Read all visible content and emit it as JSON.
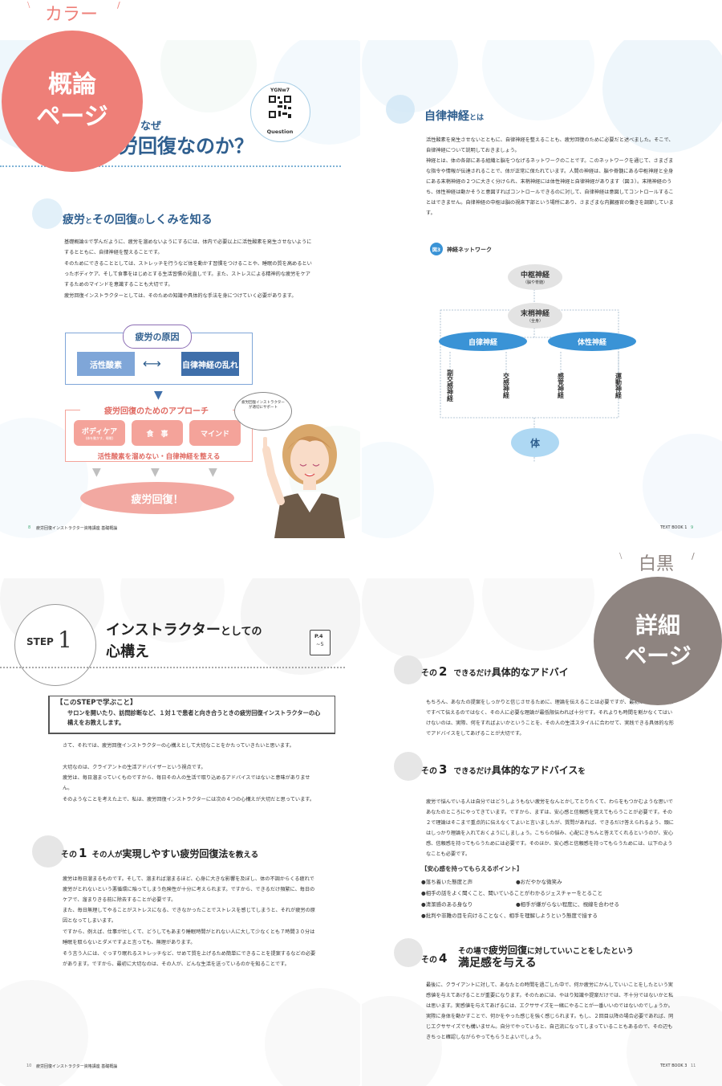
{
  "labels": {
    "color": "カラー",
    "mono": "白黒",
    "overview_l1": "概論",
    "overview_l2": "ページ",
    "detail_l1": "詳細",
    "detail_l2": "ページ"
  },
  "top_left": {
    "qr_code": "YGNw7",
    "qr_caption": "Question",
    "title_small": "なぜ",
    "title_main": "労回復なのか？",
    "section_title_a": "疲労",
    "section_title_b": "と",
    "section_title_c": "その回復",
    "section_title_d": "の",
    "section_title_e": "しくみ",
    "section_title_f": "を知る",
    "paragraphs": [
      "基礎概論①で学んだように、疲労を溜めないようにするには、体内で必要以上に活性酸素を発生させないようにするとともに、自律神経を整えることです。",
      "そのためにできることとしては、ストレッチを行うなど体を動かす習慣をつけることや、睡眠の質を高めるといったボディケア、そして食事をはじめとする生活習慣の見直しです。また、ストレスによる精神的な疲労をケアするためのマインドを意識することも大切です。",
      "疲労回復インストラクターとしては、そのための知識や具体的な手法を身につけていく必要があります。"
    ],
    "diagram": {
      "cause_title": "疲労の原因",
      "cause_left": "活性酸素",
      "cause_right": "自律神経の乱れ",
      "approach_title": "疲労回復のためのアプローチ",
      "approaches": [
        "ボディケア",
        "食　事",
        "マインド"
      ],
      "approach_sub": "(体を動かす、睡眠)",
      "approach_goal": "活性酸素を溜めない・自律神経を整える",
      "result": "疲労回復！",
      "speech": "疲労回復インストラクターが適切にサポート"
    },
    "footer_num": "8",
    "footer_text": "疲労回復インストラクター資格講座 基礎概論"
  },
  "top_right": {
    "title": "自律神経",
    "title_suffix": "とは",
    "paragraphs": [
      "活性酸素を発生させないとともに、自律神経を整えることも、疲労回復のために必要だと述べました。そこで、自律神経について説明しておきましょう。",
      "神経とは、体の各部にある組織と脳をつなげるネットワークのことです。このネットワークを通じて、さまざまな指令や情報が伝達されることで、体が正常に保たれています。人間の神経は、脳や脊髄にある中枢神経と全身にある末梢神経の２つに大きく分けられ、末梢神経には体性神経と自律神経があります（図３）。末梢神経のうち、体性神経は動かそうと意図すればコントロールできるのに対して、自律神経は意図してコントロールすることはできません。自律神経の中枢は脳の視床下部という場所にあり、さまざまな内臓器官の働きを調節しています。"
    ],
    "figure_badge": "図3",
    "figure_title": "神経ネットワーク",
    "nodes": {
      "cns": "中枢神経",
      "cns_sub": "（脳や脊髄）",
      "pns": "末梢神経",
      "pns_sub": "（全身）",
      "autonomic": "自律神経",
      "somatic": "体性神経",
      "leaf1": "副交感神経",
      "leaf2": "交感神経",
      "leaf3": "感覚神経",
      "leaf4": "運動神経",
      "body": "体"
    },
    "footer_text": "TEXT BOOK 1",
    "footer_num": "9"
  },
  "bottom_left": {
    "step_label": "STEP",
    "step_num": "1",
    "title_l1a": "インストラクター",
    "title_l1b": "としての",
    "title_l2": "心構え",
    "ref_label": "P.4",
    "ref_range": "~5",
    "learn_title": "【このSTEPで学ぶこと】",
    "learn_body": "サロンを開いたり、訪問診断など、１対１で患者と向き合うときの疲労回復インストラクターの心構えをお教えします。",
    "intro": [
      "さて、それでは、疲労回復インストラクターの心構えとして大切なことをかたっていきたいと思います。",
      "大切なのは、クライアントの生活アドバイザーという視点です。",
      "疲労は、毎日溜まっていくものですから、毎日その人の生活で取り込めるアドバイスではないと意味がありません。",
      "そのようなことを考えた上で、私は、疲労回復インストラクターには次の４つの心構えが大切だと思っています。"
    ],
    "s1_prefix": "その",
    "s1_num": "1",
    "s1_title_a": "その人が",
    "s1_title_b": "実現しやすい",
    "s1_title_c": "疲労回復法",
    "s1_title_d": "を教える",
    "s1_body": [
      "疲労は毎日溜まるものです。そして、溜まれば溜まるほど、心身に大きな影響を及ぼし、体の不調からくる疲れで疲労がとれないという悪循環に陥ってしまう危険性が十分に考えられます。ですから、できるだけ頻繁に、毎日のケアで、溜まりきる前に除去することが必要です。",
      "また、毎日無理してやることがストレスになる、できなかったことでストレスを感じてしまうと、それが疲労の原因となってしまいます。",
      "ですから、例えば、仕事が忙しくて、どうしてもあまり睡眠時間がとれない人に大して少なくとも７時間３０分は睡眠を取らないとダメですよと言っても、無理があります。",
      "そう言う人には、ぐっすり眠れるストレッチなど、せめて質を上げるため簡単にできることを提案するなどの必要があります。ですから、最初に大切なのは、その人が、どんな生活を送っているのかを知ることです。"
    ],
    "footer_num": "10",
    "footer_text": "疲労回復インストラクター資格講座 基礎概論"
  },
  "bottom_right": {
    "s2_prefix": "その",
    "s2_num": "2",
    "s2_title_a": "できるだけ",
    "s2_title_b": "具体的な",
    "s2_title_c": "アドバイ",
    "s2_body": "もちろん、あなたの提案をしっかりと信じさせるために、理論を伝えることは必要ですが、最初から一から十まですべて伝えるのではなく、その人に必要な理論が最低限伝われば十分です。それよりも時間を割かなくてはいけないのは、実際、何をすればよいかということを、その人の生活スタイルに合わせて、実践できる具体的な形でアドバイスをしてあげることが大切です。",
    "s3_prefix": "その",
    "s3_num": "3",
    "s3_title_a": "できるだけ",
    "s3_title_b": "具体的な",
    "s3_title_c": "アドバイス",
    "s3_title_d": "を",
    "s3_body": "疲労で悩んでいる人は自分ではどうしようもない疲労をなんとかしてとりたくて、わらをもつかむような思いであなたのところにやってきています。ですから、まずは、安心感と信頼感を覚えてもらうことが必要です。その２で理論はそこまで重点的に伝えなくてよいと言いましたが、質問があれば、できるだけ答えられるよう、頭にはしっかり理論を入れておくようにしましょう。こちらの悩み、心配にきちんと答えてくれるというのが、安心感、信頼感を持ってもらうためには必要です。そのほか、安心感と信頼感を持ってもらうためには、以下のようなことも必要です。",
    "points_title": "【安心感を持ってもらえるポイント】",
    "points": [
      "●落ち着いた態度と声",
      "●おだやかな微笑み",
      "●相手の話をよく聞くこと、聞いていることがわかるジェスチャーをとること",
      "●清潔感のある身なり",
      "●相手が嫌がらない程度に、視線を合わせる",
      "●批判や非難の目を向けることなく、相手を理解しようという態度で接する"
    ],
    "s4_prefix": "その",
    "s4_num": "4",
    "s4_title_l1a": "その場で",
    "s4_title_l1b": "疲労回復",
    "s4_title_l1c": "に対していいことをしたという",
    "s4_title_l2": "満足感を与える",
    "s4_body": "最後に、クライアントに対して、あなたとの時間を過ごした中で、何か疲労にかんしていいことをしたという実感値を与えてあげることが重要になります。そのためには、やはり知識や提案だけでは、不十分ではないかと私は思います。実感値を与えてあげるには、エクササイズを一緒にやることが一番いいのではないのでしょうか。実際に身体を動かすことで、何かをやった感じを強く感じられます。もし、２回目以降の場合必要であれば、同じエクササイズでも構いません。自分でやっていると、自己流になってしまっていることもあるので、その辺もきちっと確認しながらやってもらうとよいでしょう。",
    "footer_text": "TEXT BOOK 3",
    "footer_num": "11"
  },
  "colors": {
    "coral": "#ee7f78",
    "gray_circle": "#8e8480",
    "accent_blue": "#2f86c6",
    "cause_box": "#7fa6d8",
    "approach_pink": "#f4a39a",
    "node_blue": "#3a93d6"
  }
}
